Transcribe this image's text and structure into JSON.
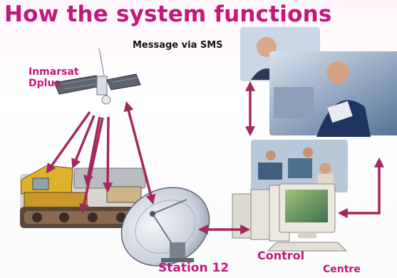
{
  "slide": {
    "title": "How the system functions",
    "message_label": "Message via SMS",
    "satellite_label_line1": "Inmarsat",
    "satellite_label_line2": "Dplus",
    "station_label": "Station 12",
    "control_label": "Control",
    "centre_label": "Centre"
  },
  "colors": {
    "title": "#c2187b",
    "arrow": "#a3285f",
    "background": "#ffffff"
  }
}
